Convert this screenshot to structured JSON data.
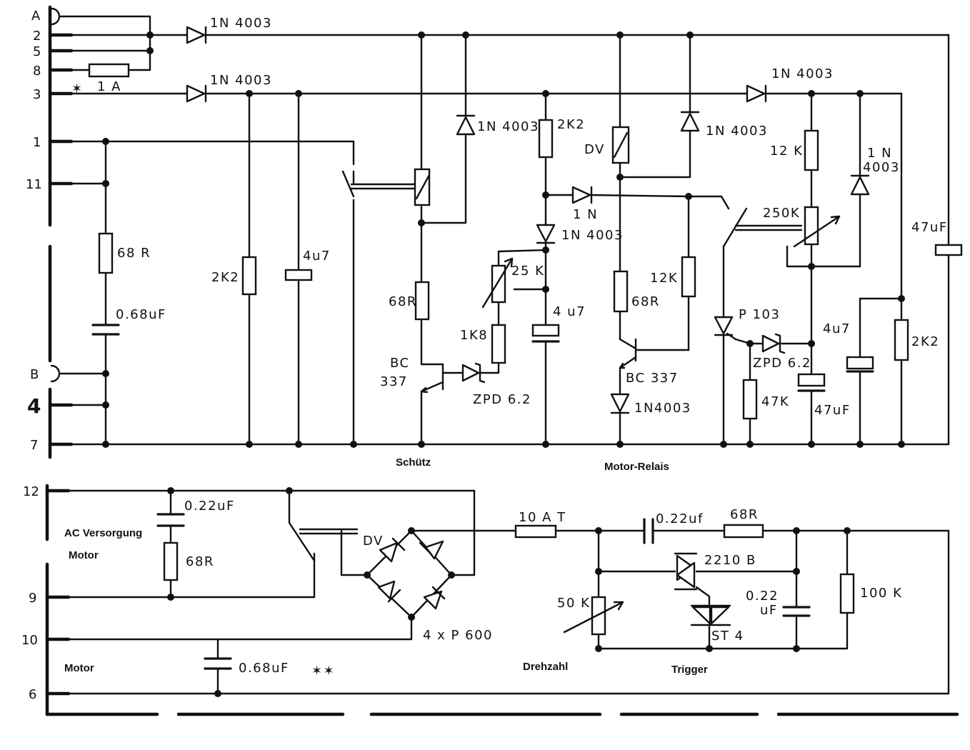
{
  "terminals": [
    "A",
    "2",
    "5",
    "8",
    "3",
    "1",
    "11",
    "B",
    "4",
    "7",
    "12",
    "9",
    "10",
    "6"
  ],
  "components": {
    "d_top": "1N 4003",
    "fuse": "1 A",
    "d_3": "1N 4003",
    "d_right_top": "1N 4003",
    "d_1n4003_a": "1N 4003",
    "r_2k2_top": "2K2",
    "dv_top": "DV",
    "d_1n4003_b": "1N 4003",
    "r_12k_right": "12 K",
    "d_1n_right": "1 N",
    "d_4003_right": "4003",
    "d_1n_small": "1 N",
    "d_1n4003_c": "1N 4003",
    "pot_250k": "250K",
    "c_47uf_right": "47uF",
    "r_68r_left": "68 R",
    "r_2k2_left": "2K2",
    "c_4u7_left": "4u7",
    "pot_25k": "25 K",
    "r_12k_mid": "12K",
    "c_068_left": "0.68uF",
    "r_68r_schuetz": "68R",
    "c_4u7_mid": "4 u7",
    "r_68r_mid": "68R",
    "scr_p103": "P 103",
    "c_4u7_right": "4u7",
    "r_1k8": "1K8",
    "r_2k2_right": "2K2",
    "zpd_right": "ZPD 6.2",
    "q_bc_a": "BC",
    "q_bc_b": "337",
    "zpd_left": "ZPD 6.2",
    "q_bc337": "BC 337",
    "r_47k": "47K",
    "c_47uf_mid": "47uF",
    "d_1n4003_d": "1N4003",
    "c_022_a": "0.22uF",
    "dv_bottom": "DV",
    "fuse_10at": "10 A T",
    "c_022_b": "0.22uf",
    "r_68r_bottom": "68R",
    "r_68r_ac": "68R",
    "triac": "2210 B",
    "c_022_c": "0.22",
    "c_022_c_unit": "uF",
    "r_100k": "100 K",
    "pot_50k": "50 K",
    "st4": "ST 4",
    "bridge": "4 x P 600",
    "c_068_bottom": "0.68uF",
    "stars": "✶✶"
  },
  "section_labels": {
    "schuetz": "Schütz",
    "motor_relais": "Motor-Relais",
    "ac_versorgung": "AC Versorgung",
    "motor_a": "Motor",
    "motor_b": "Motor",
    "drehzahl": "Drehzahl",
    "trigger": "Trigger"
  }
}
